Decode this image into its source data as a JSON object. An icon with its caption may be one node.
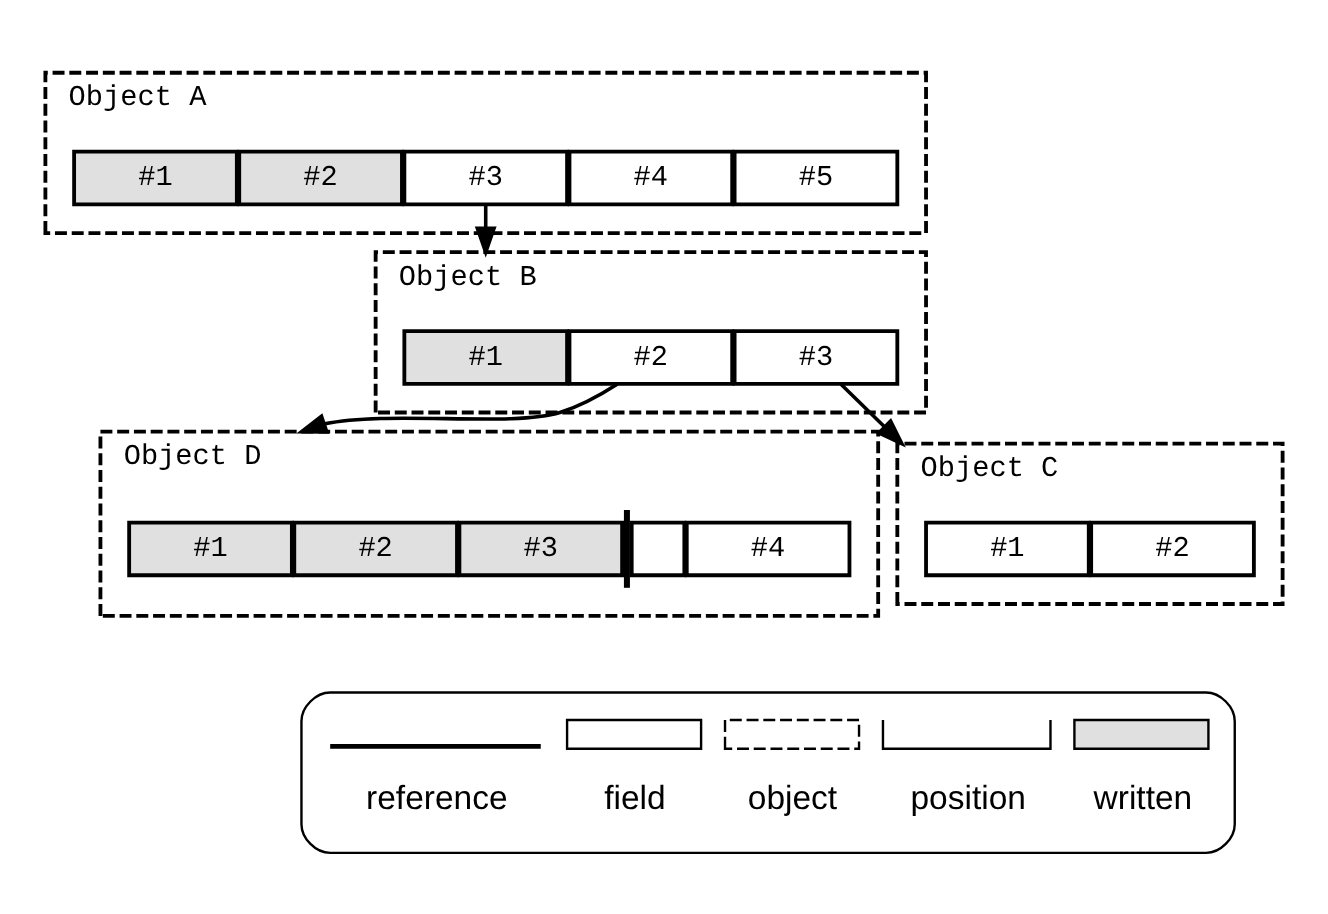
{
  "diagram": {
    "nodes": [
      {
        "text": [
          "Object A"
        ]
      },
      {
        "text": [
          "#1"
        ],
        "in": 0
      },
      {
        "text": [
          "#2"
        ],
        "in": 0
      },
      {
        "text": [
          "#3"
        ],
        "in": 0
      },
      {
        "text": [
          "#4"
        ],
        "in": 0
      },
      {
        "text": [
          "#5"
        ],
        "in": 0
      },
      {
        "text": [
          "Object B"
        ]
      },
      {
        "text": [
          "#1"
        ],
        "in": 6
      },
      {
        "text": [
          "#2"
        ],
        "in": 6
      },
      {
        "text": [
          "#3"
        ],
        "in": 6
      },
      {
        "text": [
          "Object C"
        ]
      },
      {
        "text": [
          "#1"
        ],
        "in": 10
      },
      {
        "text": [
          "#2"
        ],
        "in": 10
      },
      {
        "text": [
          "Object D"
        ]
      },
      {
        "text": [
          "#1"
        ],
        "in": 13
      },
      {
        "text": [
          "#2"
        ],
        "in": 13
      },
      {
        "text": [
          "#3"
        ],
        "in": 13
      },
      {
        "text": [],
        "shape": "bar",
        "in": 13
      },
      {
        "text": [],
        "shape": "box",
        "in": 13
      },
      {
        "text": [
          "#4"
        ],
        "in": 13
      }
    ],
    "edges": [
      {
        "from": 3,
        "to": 6,
        "arrow": "to"
      },
      {
        "from": 9,
        "to": 10,
        "arrow": "to"
      },
      {
        "from": 8,
        "to": 13,
        "arrow": "to"
      }
    ],
    "legend": [
      {
        "text": "reference"
      },
      {
        "text": "field"
      },
      {
        "text": "object"
      },
      {
        "text": "position"
      },
      {
        "text": "written",
        "color": "#e0e0e0"
      }
    ]
  }
}
